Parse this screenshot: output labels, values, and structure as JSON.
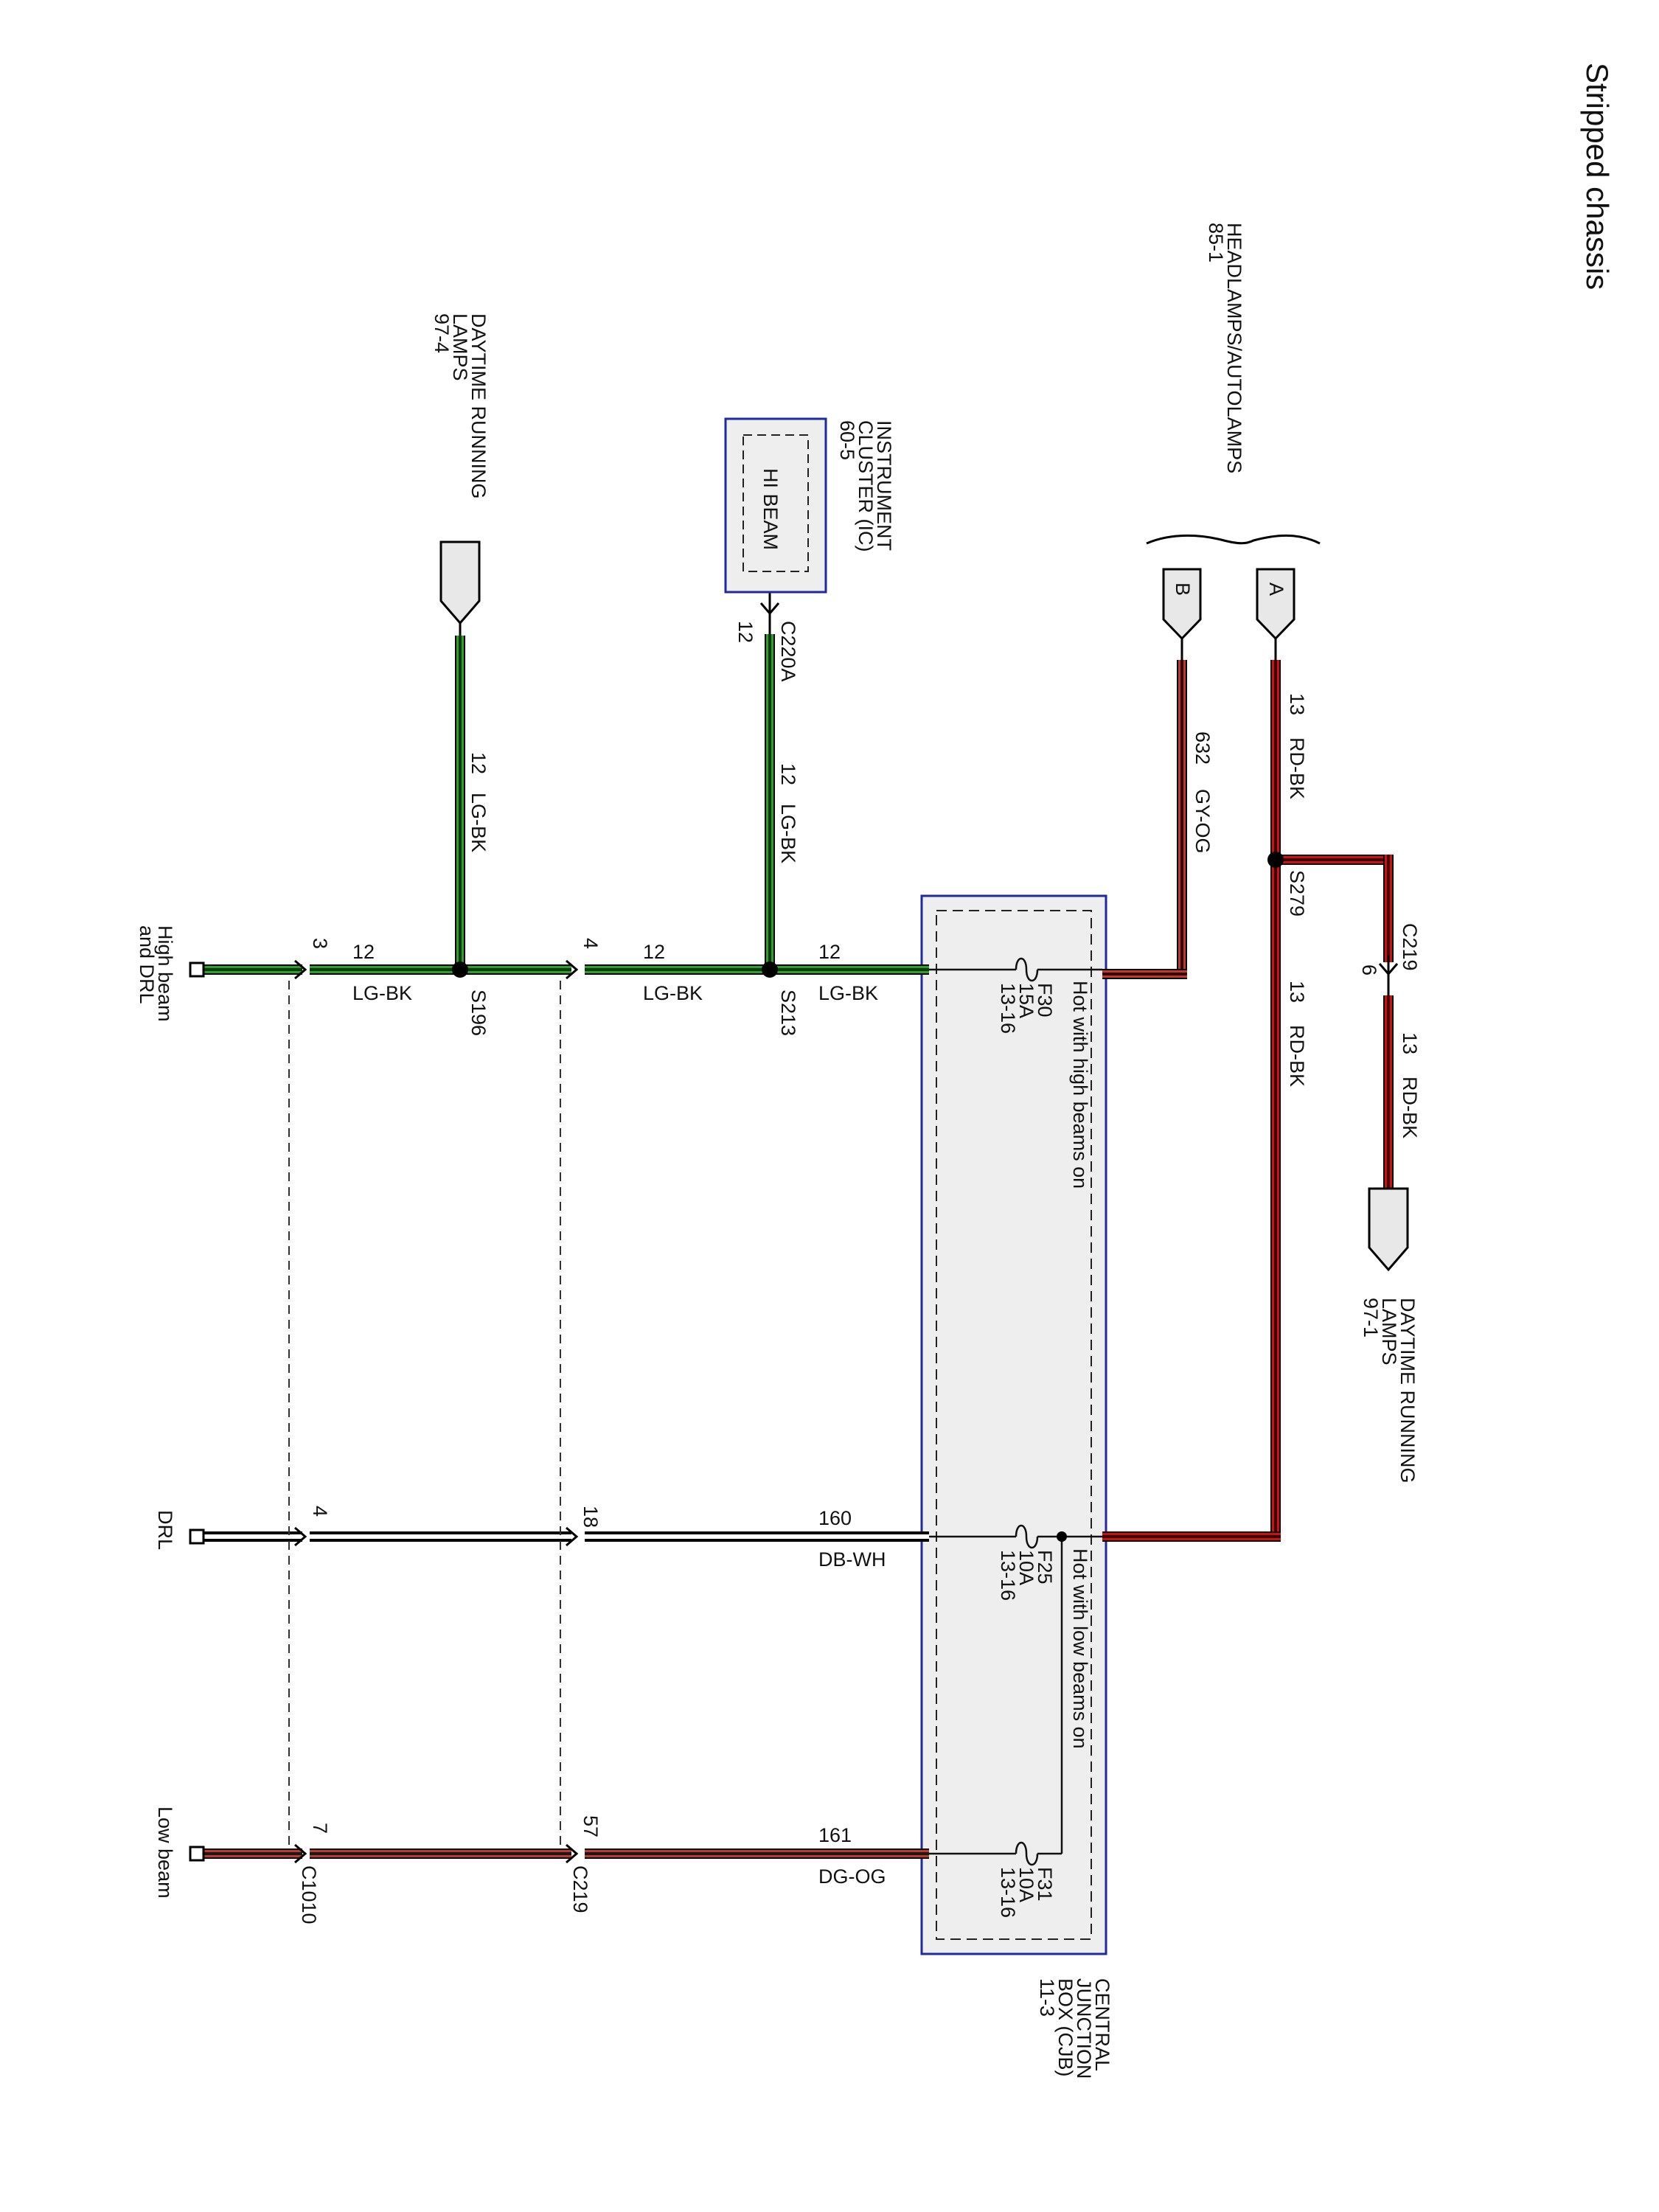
{
  "title": "Stripped chassis",
  "colors": {
    "lg_bk": "#2f9e2f",
    "rd_bk": "#d01010",
    "gy_og": "#c0392b",
    "db_wh": "#1a1a1a",
    "dg_og": "#c0392b",
    "cjb_border": "#1f2a9e",
    "cjb_fill": "#eeeeee"
  },
  "refs": {
    "drl_top": [
      "DAYTIME RUNNING",
      "LAMPS",
      "97-4"
    ],
    "cluster": [
      "INSTRUMENT",
      "CLUSTER (IC)",
      "60-5"
    ],
    "hi_beam": "HI BEAM",
    "headlamps": [
      "HEADLAMPS/AUTOLAMPS",
      "85-1"
    ],
    "drl_right": [
      "DAYTIME RUNNING",
      "LAMPS",
      "97-1"
    ],
    "cjb": [
      "CENTRAL",
      "JUNCTION",
      "BOX (CJB)",
      "11-3"
    ]
  },
  "connectors": {
    "a": "A",
    "b": "B",
    "c220a": "C220A",
    "c220a_pin": "12",
    "c219_top": "C219",
    "c219_top_pin": "6",
    "c219_bottom": "C219",
    "c1010": "C1010"
  },
  "splices": {
    "s196": "S196",
    "s213": "S213",
    "s279": "S279"
  },
  "wires": {
    "lg_bk_num": "12",
    "lg_bk_color": "LG-BK",
    "rd_bk_num": "13",
    "rd_bk_color": "RD-BK",
    "gy_og_num": "632",
    "gy_og_color": "GY-OG",
    "db_wh_num": "160",
    "db_wh_color": "DB-WH",
    "dg_og_num": "161",
    "dg_og_color": "DG-OG"
  },
  "fuses": {
    "f30": [
      "F30",
      "15A",
      "13-16"
    ],
    "f25": [
      "F25",
      "10A",
      "13-16"
    ],
    "f31": [
      "F31",
      "10A",
      "13-16"
    ]
  },
  "notes": {
    "hot_high": "Hot with high beams on",
    "hot_low": "Hot with low beams on"
  },
  "pins": {
    "hb_c1010": "3",
    "hb_c219": "4",
    "drl_c1010": "4",
    "drl_c219": "18",
    "lb_c1010": "7",
    "lb_c219": "57"
  },
  "outputs": {
    "high_beam": [
      "High beam",
      "and DRL"
    ],
    "drl": "DRL",
    "low_beam": "Low beam"
  }
}
